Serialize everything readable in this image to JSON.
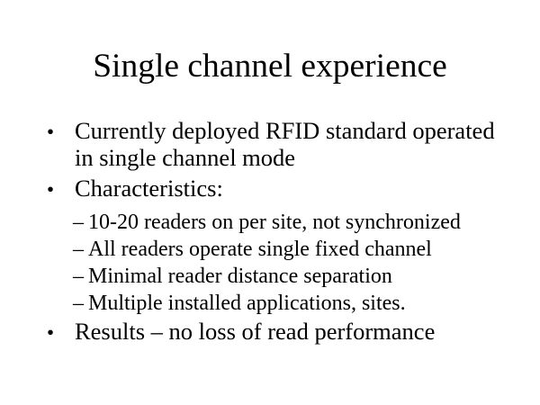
{
  "slide": {
    "title": "Single channel experience",
    "background_color": "#ffffff",
    "text_color": "#000000",
    "level1_marker": "•",
    "level2_marker": "–",
    "bullets": [
      {
        "level": 1,
        "text": "Currently deployed RFID standard operated in single channel mode"
      },
      {
        "level": 1,
        "text": "Characteristics:"
      },
      {
        "level": 2,
        "text": "10-20 readers on per site, not synchronized"
      },
      {
        "level": 2,
        "text": "All readers operate single fixed channel"
      },
      {
        "level": 2,
        "text": "Minimal reader distance separation"
      },
      {
        "level": 2,
        "text": "Multiple installed applications, sites."
      },
      {
        "level": 1,
        "text": "Results – no loss of read performance"
      }
    ]
  }
}
